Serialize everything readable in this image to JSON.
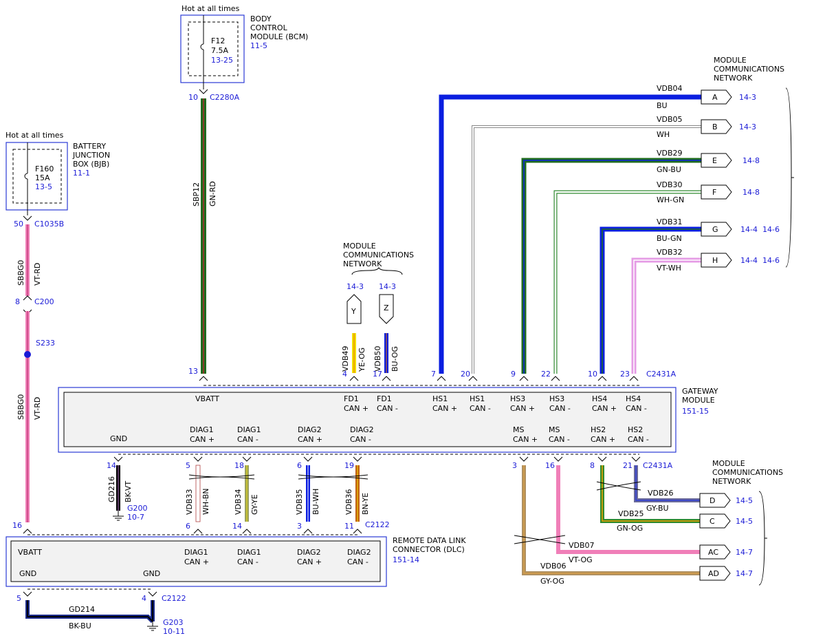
{
  "fuse_bcm": {
    "hot": "Hot at all times",
    "module": [
      "BODY",
      "CONTROL",
      "MODULE (BCM)"
    ],
    "module_ref": "11-5",
    "fuse": "F12",
    "rating": "7.5A",
    "fuse_ref": "13-25",
    "pin": "10",
    "connector": "C2280A",
    "circuit": "SBP12",
    "color": "GN-RD",
    "pin_gw": "13"
  },
  "fuse_bjb": {
    "hot": "Hot at all times",
    "module": [
      "BATTERY",
      "JUNCTION",
      "BOX (BJB)"
    ],
    "module_ref": "11-1",
    "fuse": "F160",
    "rating": "15A",
    "fuse_ref": "13-5",
    "pin": "50",
    "connector": "C1035B",
    "circuit": "SBBG0",
    "color": "VT-RD",
    "pin2": "8",
    "connector2": "C200",
    "splice": "S233",
    "circuit2": "SBBG0",
    "color2": "VT-RD",
    "pin_dlc": "16"
  },
  "network_top": {
    "title": [
      "MODULE",
      "COMMUNICATIONS",
      "NETWORK"
    ]
  },
  "network_mid": {
    "title": [
      "MODULE",
      "COMMUNICATIONS",
      "NETWORK"
    ]
  },
  "network_bot": {
    "title": [
      "MODULE",
      "COMMUNICATIONS",
      "NETWORK"
    ]
  },
  "fd_lines": [
    {
      "tag": "Y",
      "ref": "14-3",
      "circuit": "VDB49",
      "color": "YE-OG",
      "pin": "4"
    },
    {
      "tag": "Z",
      "ref": "14-3",
      "circuit": "VDB50",
      "color": "BU-OG",
      "pin": "17"
    }
  ],
  "hs_lines": [
    {
      "tag": "A",
      "ref": "14-3",
      "ref2": "",
      "circuit": "VDB04",
      "color": "BU",
      "pin": "7"
    },
    {
      "tag": "B",
      "ref": "14-3",
      "ref2": "",
      "circuit": "VDB05",
      "color": "WH",
      "pin": "20"
    },
    {
      "tag": "E",
      "ref": "14-8",
      "ref2": "",
      "circuit": "VDB29",
      "color": "GN-BU",
      "pin": "9"
    },
    {
      "tag": "F",
      "ref": "14-8",
      "ref2": "",
      "circuit": "VDB30",
      "color": "WH-GN",
      "pin": "22"
    },
    {
      "tag": "G",
      "ref": "14-4",
      "ref2": "14-6",
      "circuit": "VDB31",
      "color": "BU-GN",
      "pin": "10"
    },
    {
      "tag": "H",
      "ref": "14-4",
      "ref2": "14-6",
      "circuit": "VDB32",
      "color": "VT-WH",
      "pin": "23"
    }
  ],
  "gateway": {
    "name": [
      "GATEWAY",
      "MODULE"
    ],
    "ref": "151-15",
    "connector_top": "C2431A",
    "connector_bot": "C2431A",
    "top_pins": [
      "VBATT",
      [
        "FD1",
        "CAN +"
      ],
      [
        "FD1",
        "CAN -"
      ],
      [
        "HS1",
        "CAN +"
      ],
      [
        "HS1",
        "CAN -"
      ],
      [
        "HS3",
        "CAN +"
      ],
      [
        "HS3",
        "CAN -"
      ],
      [
        "HS4",
        "CAN +"
      ],
      [
        "HS4",
        "CAN -"
      ]
    ],
    "bot_pins": [
      "GND",
      [
        "DIAG1",
        "CAN +"
      ],
      [
        "DIAG1",
        "CAN -"
      ],
      [
        "DIAG2",
        "CAN +"
      ],
      [
        "DIAG2",
        "CAN -"
      ],
      [
        "MS",
        "CAN +"
      ],
      [
        "MS",
        "CAN -"
      ],
      [
        "HS2",
        "CAN +"
      ],
      [
        "HS2",
        "CAN -"
      ]
    ]
  },
  "ground_gw": {
    "pin": "14",
    "circuit": "GD216",
    "color": "BK-VT",
    "ground": "G200",
    "ref": "10-7"
  },
  "diag_lines": [
    {
      "pin_top": "5",
      "pin_bot": "6",
      "circuit": "VDB33",
      "color": "WH-BN"
    },
    {
      "pin_top": "18",
      "pin_bot": "14",
      "circuit": "VDB34",
      "color": "GY-YE"
    },
    {
      "pin_top": "6",
      "pin_bot": "3",
      "circuit": "VDB35",
      "color": "BU-WH"
    },
    {
      "pin_top": "19",
      "pin_bot": "11",
      "circuit": "VDB36",
      "color": "BN-YE"
    }
  ],
  "dlc": {
    "name": [
      "REMOTE DATA LINK",
      "CONNECTOR (DLC)"
    ],
    "ref": "151-14",
    "connector": "C2122",
    "connector2": "C2122",
    "pins_top": [
      "VBATT",
      [
        "DIAG1",
        "CAN +"
      ],
      [
        "DIAG1",
        "CAN -"
      ],
      [
        "DIAG2",
        "CAN +"
      ],
      [
        "DIAG2",
        "CAN -"
      ]
    ],
    "gnd1": "GND",
    "gnd2": "GND",
    "gpin1": "5",
    "gpin2": "4",
    "circuit": "GD214",
    "color": "BK-BU",
    "ground": "G203",
    "gref": "10-11"
  },
  "ms_lines": [
    {
      "tag": "D",
      "ref": "14-5",
      "circuit": "VDB26",
      "color": "GY-BU",
      "pin": "21"
    },
    {
      "tag": "C",
      "ref": "14-5",
      "circuit": "VDB25",
      "color": "GN-OG",
      "pin": "8"
    },
    {
      "tag": "AC",
      "ref": "14-7",
      "circuit": "VDB07",
      "color": "VT-OG",
      "pin": "16"
    },
    {
      "tag": "AD",
      "ref": "14-7",
      "circuit": "VDB06",
      "color": "GY-OG",
      "pin": "3"
    }
  ],
  "colors": {
    "blue": "#0a1ee0",
    "pink": "#f07fb8",
    "green": "#1f6b1f",
    "yellow": "#f3e000",
    "brown": "#b09060",
    "violet": "#e59ce5",
    "gray": "#c8c8c8",
    "navy": "#1a2a8c",
    "black": "#000000"
  }
}
